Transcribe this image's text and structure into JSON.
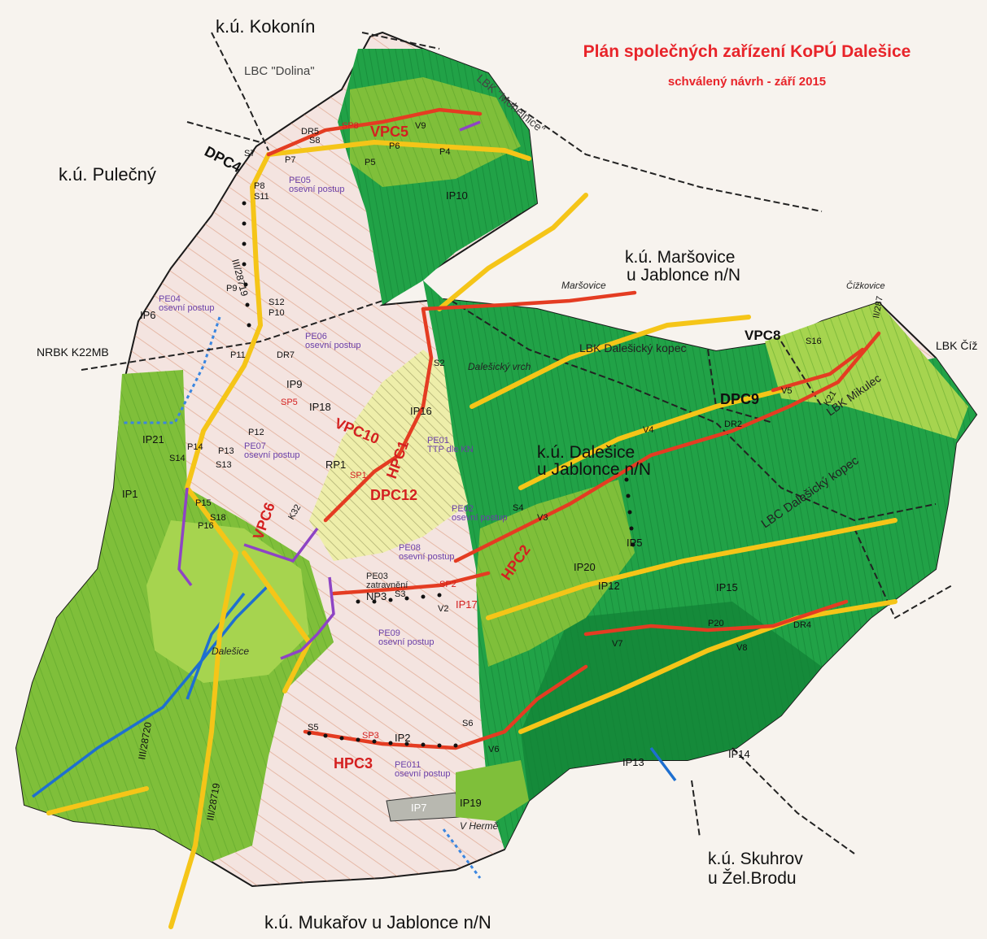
{
  "title": "Plán společných zařízení KoPÚ Dalešice",
  "subtitle": "schválený návrh - září 2015",
  "colors": {
    "background": "#f7f3ee",
    "arable": "#f4e4e0",
    "forest": "#21a247",
    "forest_dark": "#128236",
    "grass": "#7fbf3a",
    "grass_light": "#a6d44f",
    "yellow_zone": "#eeeeaa",
    "road_red": "#e43c22",
    "road_yellow": "#f5c518",
    "stream_blue": "#1e6fd0",
    "title_red": "#e8242a",
    "purple": "#8e44c4"
  },
  "cadastral_areas": [
    {
      "id": "kokonin",
      "label": "k.ú. Kokonín"
    },
    {
      "id": "pulecny",
      "label": "k.ú. Pulečný"
    },
    {
      "id": "marsovice-1",
      "label": "k.ú. Maršovice"
    },
    {
      "id": "marsovice-2",
      "label": "u Jablonce n/N"
    },
    {
      "id": "dalesice-1",
      "label": "k.ú. Dalešice"
    },
    {
      "id": "dalesice-2",
      "label": "u Jablonce n/N"
    },
    {
      "id": "skuhrov-1",
      "label": "k.ú. Skuhrov"
    },
    {
      "id": "skuhrov-2",
      "label": "u Žel.Brodu"
    },
    {
      "id": "mukarov",
      "label": "k.ú. Mukařov u Jablonce n/N"
    }
  ],
  "features": [
    {
      "id": "vpc5",
      "label": "VPC5"
    },
    {
      "id": "dpc4",
      "label": "DPC4"
    },
    {
      "id": "vpc8",
      "label": "VPC8"
    },
    {
      "id": "dpc9",
      "label": "DPC9"
    },
    {
      "id": "vpc10",
      "label": "VPC10"
    },
    {
      "id": "hpc1",
      "label": "HPC1"
    },
    {
      "id": "dpc12",
      "label": "DPC12"
    },
    {
      "id": "vpc6",
      "label": "VPC6"
    },
    {
      "id": "hpc2",
      "label": "HPC2"
    },
    {
      "id": "hpc3",
      "label": "HPC3"
    }
  ],
  "eco_labels": [
    {
      "id": "lbc-dolina",
      "label": "LBC \"Dolina\""
    },
    {
      "id": "lbk-mohelnice",
      "label": "LBK \"Mohelnice\""
    },
    {
      "id": "nrbk",
      "label": "NRBK  K22MB"
    },
    {
      "id": "lbk-dalesicky",
      "label": "LBK Dalešický kopec"
    },
    {
      "id": "lbk-mikulec",
      "label": "LBK Mikulec"
    },
    {
      "id": "lbc-dalesicky",
      "label": "LBC Dalešický kopec"
    },
    {
      "id": "lbk-ciz",
      "label": "LBK Číž"
    },
    {
      "id": "dalesicky-vrch",
      "label": "Dalešický vrch"
    },
    {
      "id": "v-herme",
      "label": "V Hermě"
    },
    {
      "id": "marsovice-place",
      "label": "Maršovice"
    },
    {
      "id": "cizkovice",
      "label": "Čížkovice"
    },
    {
      "id": "dalesice-village",
      "label": "Dalešice"
    }
  ],
  "pe_blocks": [
    {
      "id": "pe05",
      "code": "PE05",
      "desc": "osevní postup"
    },
    {
      "id": "pe04",
      "code": "PE04",
      "desc": "osevní postup"
    },
    {
      "id": "pe06",
      "code": "PE06",
      "desc": "osevní postup"
    },
    {
      "id": "pe07",
      "code": "PE07",
      "desc": "osevní postup"
    },
    {
      "id": "pe01",
      "code": "PE01",
      "desc": "TTP dle KN"
    },
    {
      "id": "pe02",
      "code": "PE02",
      "desc": "osevní postup"
    },
    {
      "id": "pe08",
      "code": "PE08",
      "desc": "osevní postup"
    },
    {
      "id": "pe03",
      "code": "PE03",
      "desc": "zatravnění"
    },
    {
      "id": "pe09",
      "code": "PE09",
      "desc": "osevní postup"
    },
    {
      "id": "pe011",
      "code": "PE011",
      "desc": "osevní postup"
    }
  ],
  "small_labels": [
    {
      "id": "ip10",
      "label": "IP10"
    },
    {
      "id": "ip6",
      "label": "IP6"
    },
    {
      "id": "ip21",
      "label": "IP21"
    },
    {
      "id": "ip1",
      "label": "IP1"
    },
    {
      "id": "ip9",
      "label": "IP9"
    },
    {
      "id": "ip18",
      "label": "IP18"
    },
    {
      "id": "ip16",
      "label": "IP16"
    },
    {
      "id": "ip5",
      "label": "IP5"
    },
    {
      "id": "ip20",
      "label": "IP20"
    },
    {
      "id": "ip12",
      "label": "IP12"
    },
    {
      "id": "ip15",
      "label": "IP15"
    },
    {
      "id": "ip2",
      "label": "IP2"
    },
    {
      "id": "ip13",
      "label": "IP13"
    },
    {
      "id": "ip14",
      "label": "IP14"
    },
    {
      "id": "ip7",
      "label": "IP7"
    },
    {
      "id": "ip19",
      "label": "IP19"
    },
    {
      "id": "ip17",
      "label": "IP17"
    },
    {
      "id": "np3",
      "label": "NP3"
    },
    {
      "id": "rp1",
      "label": "RP1"
    },
    {
      "id": "p8",
      "label": "P8"
    },
    {
      "id": "p9",
      "label": "P9"
    },
    {
      "id": "p10",
      "label": "P10"
    },
    {
      "id": "p11",
      "label": "P11"
    },
    {
      "id": "p12",
      "label": "P12"
    },
    {
      "id": "p13",
      "label": "P13"
    },
    {
      "id": "p14",
      "label": "P14"
    },
    {
      "id": "p15",
      "label": "P15"
    },
    {
      "id": "p16",
      "label": "P16"
    },
    {
      "id": "p7",
      "label": "P7"
    },
    {
      "id": "p5",
      "label": "P5"
    },
    {
      "id": "p6",
      "label": "P6"
    },
    {
      "id": "p4",
      "label": "P4"
    },
    {
      "id": "p20",
      "label": "P20"
    },
    {
      "id": "s2",
      "label": "S2"
    },
    {
      "id": "s3",
      "label": "S3"
    },
    {
      "id": "s4",
      "label": "S4"
    },
    {
      "id": "s5",
      "label": "S5"
    },
    {
      "id": "s6",
      "label": "S6"
    },
    {
      "id": "s7",
      "label": "S7"
    },
    {
      "id": "s8",
      "label": "S8"
    },
    {
      "id": "s11",
      "label": "S11"
    },
    {
      "id": "s12",
      "label": "S12"
    },
    {
      "id": "s13",
      "label": "S13"
    },
    {
      "id": "s14",
      "label": "S14"
    },
    {
      "id": "s16",
      "label": "S16"
    },
    {
      "id": "s18",
      "label": "S18"
    },
    {
      "id": "v2",
      "label": "V2"
    },
    {
      "id": "v3",
      "label": "V3"
    },
    {
      "id": "v4",
      "label": "V4"
    },
    {
      "id": "v5",
      "label": "V5"
    },
    {
      "id": "v6",
      "label": "V6"
    },
    {
      "id": "v7",
      "label": "V7"
    },
    {
      "id": "v8",
      "label": "V8"
    },
    {
      "id": "v9",
      "label": "V9"
    },
    {
      "id": "dr2",
      "label": "DR2"
    },
    {
      "id": "dr4",
      "label": "DR4"
    },
    {
      "id": "dr5",
      "label": "DR5"
    },
    {
      "id": "dr7",
      "label": "DR7"
    },
    {
      "id": "sp1",
      "label": "SP1"
    },
    {
      "id": "sp2",
      "label": "SP2"
    },
    {
      "id": "sp3",
      "label": "SP3"
    },
    {
      "id": "sp5",
      "label": "SP5"
    },
    {
      "id": "sp8",
      "label": "SP8"
    },
    {
      "id": "k21",
      "label": "K21"
    },
    {
      "id": "k32",
      "label": "K32"
    },
    {
      "id": "road-1",
      "label": "III/28719"
    },
    {
      "id": "road-2",
      "label": "III/28720"
    },
    {
      "id": "road-3",
      "label": "III/28719"
    },
    {
      "id": "road-4",
      "label": "II/287"
    }
  ]
}
